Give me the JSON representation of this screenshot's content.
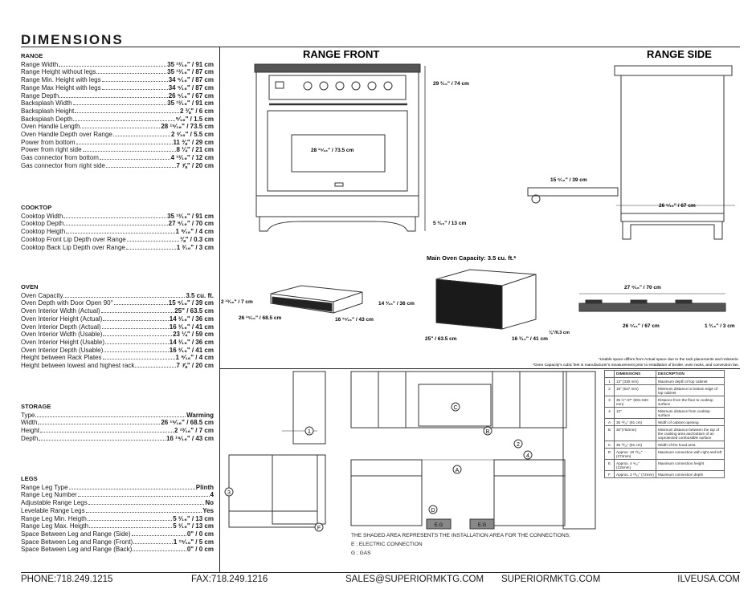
{
  "title": "DIMENSIONS",
  "range": {
    "heading": "RANGE",
    "rows": [
      {
        "label": "Range Width",
        "value": "35 ¹³⁄₁₆\" / 91 cm"
      },
      {
        "label": "Range Height without legs",
        "value": "35 ¹³⁄₁₆\" / 87 cm"
      },
      {
        "label": "Range Min. Height with legs",
        "value": "34 ⁵⁄₁₆\" / 87 cm"
      },
      {
        "label": "Range Max Height with legs",
        "value": "34 ⁵⁄₁₆\" / 87 cm"
      },
      {
        "label": "Range Depth",
        "value": "26 ⁵⁄₁₆\" / 67 cm"
      },
      {
        "label": "Backsplash Width",
        "value": "35 ¹³⁄₁₆\" / 91 cm"
      },
      {
        "label": "Backsplash Height",
        "value": "2 ⅜\" / 6 cm"
      },
      {
        "label": "Backsplash Depth",
        "value": "⁹⁄₁₆\" / 1.5 cm"
      },
      {
        "label": "Oven Handle Length",
        "value": "28 ¹⁵⁄₁₆\" / 73.5 cm"
      },
      {
        "label": "Oven Handle Depth over Range",
        "value": "2 ³⁄₁₆\" / 5.5 cm"
      },
      {
        "label": "Power from bottom",
        "value": "11 ⅜\" / 29 cm"
      },
      {
        "label": "Power from right side",
        "value": "8 ¼\" / 21 cm"
      },
      {
        "label": "Gas connector from bottom",
        "value": "4 ¹³⁄₁₆\" / 12 cm"
      },
      {
        "label": "Gas connector from right side",
        "value": "7 ⅞\" / 20 cm"
      }
    ]
  },
  "cooktop": {
    "heading": "COOKTOP",
    "rows": [
      {
        "label": "Cooktop Width",
        "value": "35 ¹³⁄₁₆\" / 91 cm"
      },
      {
        "label": "Cooktop Depth",
        "value": "27 ⁹⁄₁₆\" / 70 cm"
      },
      {
        "label": "Cooktop Heigth",
        "value": "1 ⁹⁄₁₆\" / 4 cm"
      },
      {
        "label": "Cooktop Front Lip Depth over Range",
        "value": "⅛\" / 0.3 cm"
      },
      {
        "label": "Cooktop Back Lip Depth over Range",
        "value": "1 ³⁄₁₆\" / 3 cm"
      }
    ]
  },
  "oven": {
    "heading": "OVEN",
    "rows": [
      {
        "label": "Oven Capacity",
        "value": "3.5 cu. ft."
      },
      {
        "label": "Oven Depth with Door Open 90°",
        "value": "15 ⁶⁄₁₆\" / 39 cm"
      },
      {
        "label": "Oven Interior Width (Actual)",
        "value": "25\" / 63.5 cm"
      },
      {
        "label": "Oven Interior Height (Actual)",
        "value": "14 ³⁄₁₆\" / 36 cm"
      },
      {
        "label": "Oven Interior Depth (Actual)",
        "value": "16 ³⁄₁₆\" / 41 cm"
      },
      {
        "label": "Oven Interior Width (Usable)",
        "value": "23 ¼\" / 59 cm"
      },
      {
        "label": "Oven Interior Height (Usable)",
        "value": "14 ³⁄₁₆\" / 36 cm"
      },
      {
        "label": "Oven Interior Depth (Usable)",
        "value": "16 ³⁄₁₆\" / 41 cm"
      },
      {
        "label": "Height between Rack Plates",
        "value": "1 ⁹⁄₁₆\" / 4 cm"
      },
      {
        "label": "Height between lowest and highest rack",
        "value": "7 ⅞\" / 20 cm"
      }
    ]
  },
  "storage": {
    "heading": "STORAGE",
    "rows": [
      {
        "label": "Type",
        "value": "Warming"
      },
      {
        "label": "Width",
        "value": "26 ¹⁵⁄₁₆\" / 68.5 cm"
      },
      {
        "label": "Height",
        "value": "2 ¹³⁄₁₆\" / 7 cm"
      },
      {
        "label": "Depth",
        "value": "16 ¹⁵⁄₁₆\" / 43 cm"
      }
    ]
  },
  "legs": {
    "heading": "LEGS",
    "rows": [
      {
        "label": "Range Leg Type",
        "value": "Plinth"
      },
      {
        "label": "Range Leg Number",
        "value": "4"
      },
      {
        "label": "Adjustable Range Legs",
        "value": "No"
      },
      {
        "label": "Levelable Range Legs",
        "value": "Yes"
      },
      {
        "label": "Range Leg Min. Heigth",
        "value": "5 ³⁄₁₆\" / 13 cm"
      },
      {
        "label": "Range Leg Max. Heigth",
        "value": "5 ³⁄₁₆\" / 13 cm"
      },
      {
        "label": "Space Between Leg and Range (Side)",
        "value": "0\" / 0 cm"
      },
      {
        "label": "Space Between Leg and Range (Front)",
        "value": "1 ¹⁵⁄₁₆\" / 5 cm"
      },
      {
        "label": "Space Between Leg and Range (Back)",
        "value": "0\" / 0 cm"
      }
    ]
  },
  "drawings": {
    "front_title": "RANGE FRONT",
    "side_title": "RANGE SIDE",
    "front_height": "29 ³⁄₁₆\" / 74 cm",
    "front_handle": "28 ¹⁵⁄₁₆\" / 73.5 cm",
    "front_leg": "5 ³⁄₁₆\" / 13 cm",
    "side_door": "15 ⁶⁄₁₆\" / 39 cm",
    "side_depth": "26 ⁵⁄₁₆\" / 67 cm",
    "oven_capacity": "Main Oven Capacity: 3.5 cu. ft.*",
    "drawer_h": "2 ¹³⁄₁₆\" / 7 cm",
    "drawer_w": "26 ¹⁵⁄₁₆\" / 68.5 cm",
    "drawer_d": "16 ¹⁵⁄₁₆\" / 43 cm",
    "cavity_h": "14 ³⁄₁₆\" / 36 cm",
    "cavity_w": "25\" / 63.5 cm",
    "cavity_d": "16 ³⁄₁₆\" / 41 cm",
    "cooktop_w": "27 ⁹⁄₁₆\" / 70 cm",
    "cooktop_d": "26 ⁵⁄₁₆\" / 67 cm",
    "cooktop_front_lip": "⅛\"/0.3 cm",
    "cooktop_back_lip": "1 ³⁄₁₆\" / 3 cm",
    "note1": "*Usable space differs from Actual space due to the rack placements and rotisserie.",
    "note2": "*Oven Capacity's cubic feet is manufacturer's measurement prior to installation of broiler, oven racks, and convection fan."
  },
  "installation": {
    "note_line1": "THE SHADED AREA REPRESENTS THE INSTALLATION AREA FOR THE CONNECTIONS;",
    "note_line2": "E ; ELECTRIC CONNECTION",
    "note_line3": "G ; GAS",
    "marks": [
      "1",
      "2",
      "3",
      "4",
      "A",
      "B",
      "C",
      "D",
      "E.G",
      "F"
    ]
  },
  "table": {
    "headers": [
      "",
      "DIMENSIONS",
      "DESCRIPTION"
    ],
    "rows": [
      {
        "n": "1",
        "dim": "13\" (330 mm)",
        "desc": "Maximum depth of top cabinet"
      },
      {
        "n": "2",
        "dim": "18\" (547 mm)",
        "desc": "Minimum distance to bottom edge of top cabinet"
      },
      {
        "n": "3",
        "dim": "35 ½\"-37\" (901-940 mm)",
        "desc": "Distance from the floor to cooktop surface"
      },
      {
        "n": "4",
        "dim": "12\"",
        "desc": "Minimum distance from cooktop surface"
      },
      {
        "n": "A",
        "dim": "35 ¹³⁄₁₆\" (91 cm)",
        "desc": "Width of cabinet opening"
      },
      {
        "n": "B",
        "dim": "30\"(762mm)",
        "desc": "Minimum distance between the top of the cooking area and bottom of an unprotected combustible surface"
      },
      {
        "n": "C",
        "dim": "35 ¹³⁄₁₆\" (91 cm)",
        "desc": "Width of the hood area"
      },
      {
        "n": "D",
        "dim": "Approx. 10 ¹³⁄₁₆\" (274mm)",
        "desc": "Maximum connection with right and left"
      },
      {
        "n": "E",
        "dim": "Approx. 4 ⁹⁄₁₆\" (115mm)",
        "desc": "Maximum connection height"
      },
      {
        "n": "F",
        "dim": "Approx. 2 ¹³⁄₁₆\" (72mm)",
        "desc": "Maximum connection depth"
      }
    ]
  },
  "footer": {
    "phone": "PHONE:718.249.1215",
    "fax": "FAX:718.249.1216",
    "email": "SALES@SUPERIORMKTG.COM",
    "site1": "SUPERIORMKTG.COM",
    "site2": "ILVEUSA.COM"
  }
}
